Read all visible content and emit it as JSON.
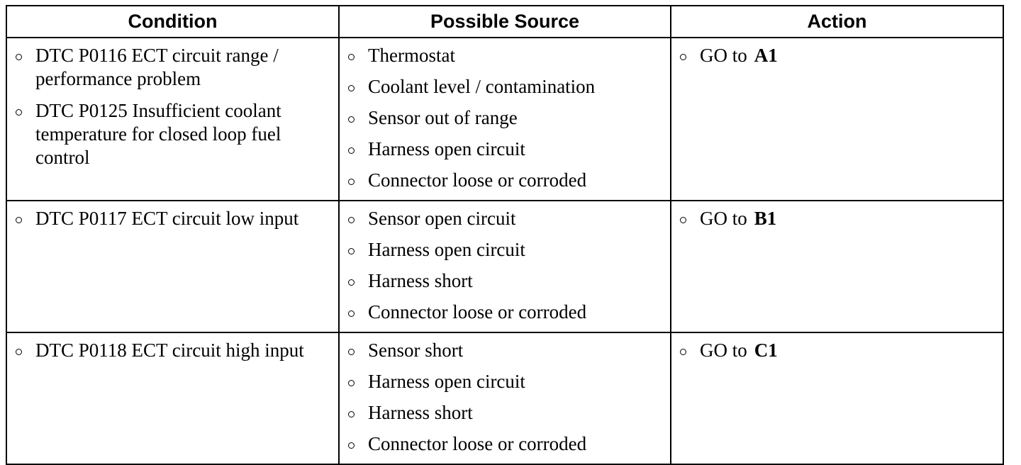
{
  "headers": {
    "condition": "Condition",
    "source": "Possible Source",
    "action": "Action"
  },
  "rows": [
    {
      "conditions": [
        "DTC P0116 ECT circuit range / performance problem",
        "DTC P0125 Insufficient coolant temperature for closed loop fuel control"
      ],
      "sources": [
        "Thermostat",
        "Coolant level / contamination",
        "Sensor out of range",
        "Harness open circuit",
        "Connector loose or corroded"
      ],
      "action": {
        "text": "GO to",
        "code": "A1"
      }
    },
    {
      "conditions": [
        "DTC P0117 ECT circuit low input"
      ],
      "sources": [
        "Sensor open circuit",
        "Harness open circuit",
        "Harness short",
        "Connector loose or corroded"
      ],
      "action": {
        "text": "GO to",
        "code": "B1"
      }
    },
    {
      "conditions": [
        "DTC P0118 ECT circuit high input"
      ],
      "sources": [
        "Sensor short",
        "Harness open circuit",
        "Harness short",
        "Connector loose or corroded"
      ],
      "action": {
        "text": "GO to",
        "code": "C1"
      }
    }
  ]
}
